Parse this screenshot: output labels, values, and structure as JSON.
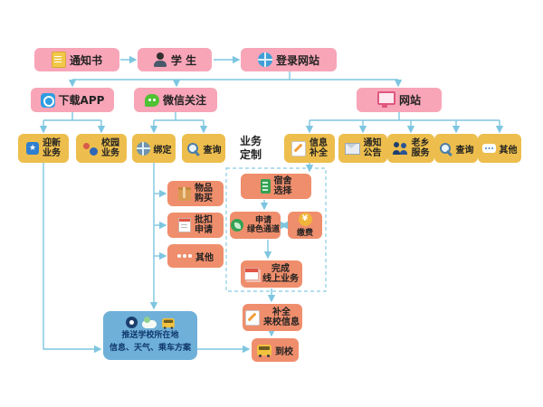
{
  "colors": {
    "pink_node": "#F8A5B8",
    "yellow_node": "#EDBE4D",
    "orange_node": "#EF8E6C",
    "push_box_blue": "#6FB0D8",
    "connector_blue": "#7EC6E0"
  },
  "nodes": {
    "notice": {
      "label": "通知书"
    },
    "student": {
      "label": "学 生"
    },
    "login": {
      "label": "登录网站"
    },
    "app": {
      "label": "下载APP"
    },
    "wechat": {
      "label": "微信关注"
    },
    "website": {
      "label": "网站"
    },
    "yingxin": {
      "l1": "迎新",
      "l2": "业务"
    },
    "campus": {
      "l1": "校园",
      "l2": "业务"
    },
    "bind": {
      "label": "绑定"
    },
    "query_wx": {
      "label": "查询"
    },
    "biz_custom": {
      "l1": "业务",
      "l2": "定制"
    },
    "info_fill": {
      "l1": "信息",
      "l2": "补全"
    },
    "notice_board": {
      "l1": "通知",
      "l2": "公告"
    },
    "hometown": {
      "l1": "老乡",
      "l2": "服务"
    },
    "query_web": {
      "label": "查询"
    },
    "other_web": {
      "label": "其他"
    },
    "purchase": {
      "l1": "物品",
      "l2": "购买"
    },
    "deduct": {
      "l1": "批扣",
      "l2": "申请"
    },
    "other_wx": {
      "label": "其他"
    },
    "dorm": {
      "l1": "宿舍",
      "l2": "选择"
    },
    "green": {
      "l1": "申请",
      "l2": "绿色通道"
    },
    "pay": {
      "label": "缴费"
    },
    "finish": {
      "l1": "完成",
      "l2": "线上业务"
    },
    "fill_arrival": {
      "l1": "补全",
      "l2": "来校信息"
    },
    "arrive": {
      "label": "到校"
    },
    "push": {
      "l1": "推送学校所在地",
      "l2": "信息、天气、乘车方案"
    }
  },
  "edges": [
    "通知书→学生",
    "学生→登录网站",
    "登录网站→下载APP",
    "登录网站→微信关注",
    "登录网站→网站",
    "下载APP→迎新业务",
    "下载APP→校园业务",
    "微信关注→绑定",
    "微信关注→查询",
    "网站→信息补全",
    "网站→通知公告",
    "网站→老乡服务",
    "网站→查询",
    "网站→其他",
    "绑定→物品购买",
    "绑定→批扣申请",
    "绑定→其他",
    "绑定→推送学校所在地信息",
    "迎新业务→推送学校所在地信息",
    "信息补全→宿舍选择",
    "宿舍选择→申请绿色通道",
    "申请绿色通道↔缴费",
    "申请绿色通道→完成线上业务",
    "完成线上业务→补全来校信息",
    "补全来校信息→到校",
    "推送学校所在地信息→到校"
  ]
}
